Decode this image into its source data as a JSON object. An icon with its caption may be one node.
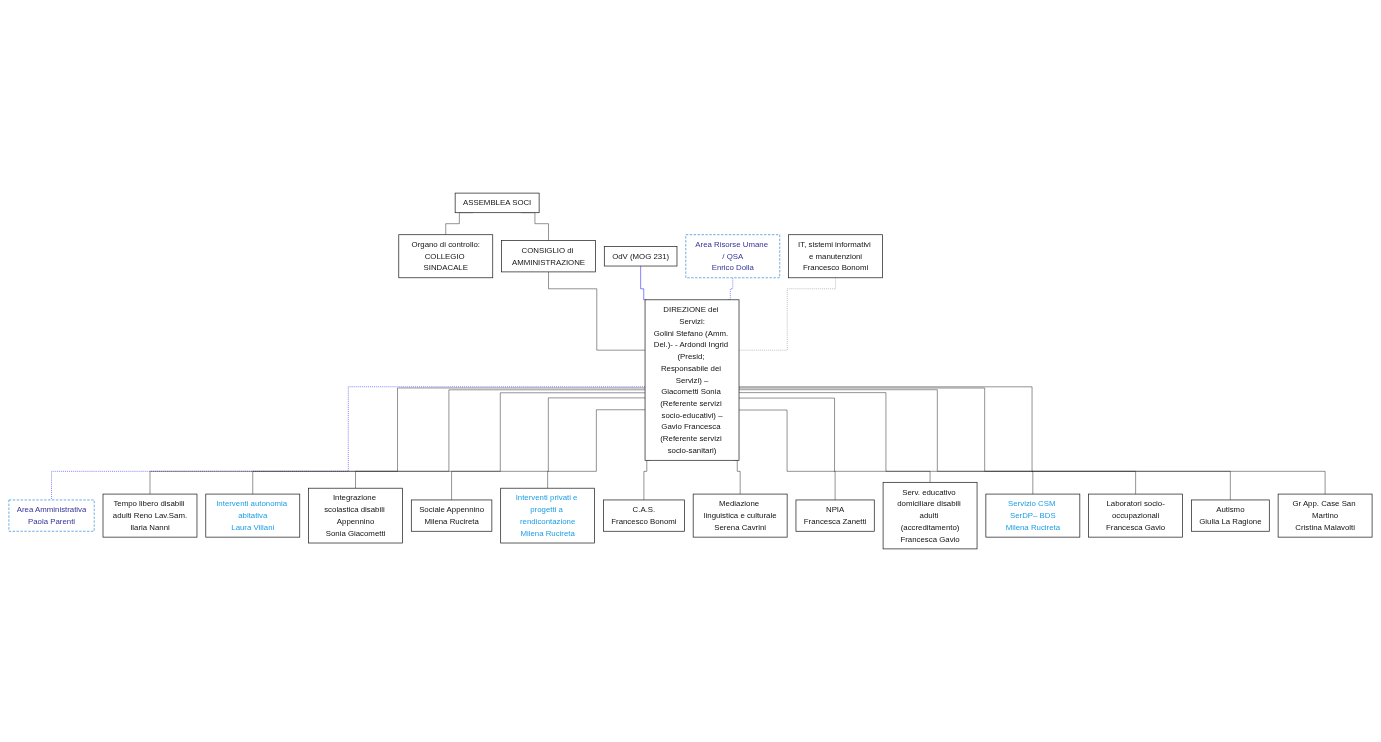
{
  "diagram": {
    "nodes": [
      {
        "text": [
          "ASSEMBLEA SOCI"
        ]
      },
      {
        "text": [
          "Organo di controllo:",
          "COLLEGIO SINDACALE"
        ]
      },
      {
        "text": [
          "CONSIGLIO di AMMINISTRAZIONE"
        ]
      },
      {
        "text": [
          "OdV (MOG 231)"
        ]
      },
      {
        "text": [
          "Area Risorse Umane / QSA",
          "Enrico Dolla"
        ]
      },
      {
        "text": [
          "DIREZIONE dei Servizi:",
          "Golini Stefano (Amm. Del.)- - Ardondi Ingrid (Presid; Responsabile dei Servizi) –",
          "Giacometti Sonia (Referente servizi socio-educativi) –",
          "Gavio Francesca (Referente servizi socio-sanitari)"
        ]
      },
      {
        "text": [
          "Area Amministrativa",
          "Paola Parenti"
        ]
      },
      {
        "text": [
          "IT, sistemi informativi e manutenzioni",
          "Francesco Bonomi"
        ]
      },
      {
        "text": [
          "Tempo libero disabili adulti Reno Lav.Sam.",
          "Ilaria Nanni"
        ]
      },
      {
        "text": [
          "Interventi autonomia abitativa",
          "Laura Villani"
        ]
      },
      {
        "text": [
          "Integrazione scolastica disabili Appennino",
          "Sonia Giacometti"
        ]
      },
      {
        "text": [
          "Sociale Appennino",
          "Milena Rucireta"
        ]
      },
      {
        "text": [
          "Interventi privati e progetti a rendicontazione",
          "Milena Rucireta"
        ]
      },
      {
        "text": [
          "C.A.S.",
          "Francesco Bonomi"
        ]
      },
      {
        "text": [
          "Mediazione linguistica e culturale",
          "Serena Cavrini"
        ]
      },
      {
        "text": [
          "NPIA",
          "Francesca Zanetti"
        ]
      },
      {
        "text": [
          "Serv. educativo domiciliare disabili adulti (accreditamento)",
          "Francesca Gavio"
        ]
      },
      {
        "text": [
          "Servizio CSM SerDP– BDS",
          "Milena Rucireta"
        ]
      },
      {
        "text": [
          "Laboratori socio-occupazionali",
          "Francesca Gavio"
        ]
      },
      {
        "text": [
          "Autismo",
          "Giulia La Ragione"
        ]
      },
      {
        "text": [
          "Gr App. Case San Martino",
          "Cristina Malavolti"
        ]
      }
    ],
    "edges": [
      {
        "from": 0,
        "to": 2,
        "arrow": "none"
      },
      {
        "from": 0,
        "to": 1,
        "arrow": "none"
      },
      {
        "from": 2,
        "to": 5,
        "arrow": "none"
      },
      {
        "from": 3,
        "to": 5,
        "arrow": "none",
        "color": "#0000ff"
      },
      {
        "from": 4,
        "to": 5,
        "arrow": "none",
        "style": "dashed",
        "color": "#0000ff"
      },
      {
        "from": 5,
        "to": 6,
        "arrow": "none",
        "style": "dashed",
        "color": "#0000ff"
      },
      {
        "from": 7,
        "to": 5,
        "arrow": "none",
        "style": "dashed",
        "color": "#808080"
      },
      {
        "from": 5,
        "to": 8,
        "arrow": "none"
      },
      {
        "from": 5,
        "to": 9,
        "arrow": "none"
      },
      {
        "from": 5,
        "to": 10,
        "arrow": "none"
      },
      {
        "from": 5,
        "to": 11,
        "arrow": "none"
      },
      {
        "from": 5,
        "to": 12,
        "arrow": "none"
      },
      {
        "from": 5,
        "to": 13,
        "arrow": "none"
      },
      {
        "from": 5,
        "to": 14,
        "arrow": "none"
      },
      {
        "from": 5,
        "to": 15,
        "arrow": "none"
      },
      {
        "from": 5,
        "to": 16,
        "arrow": "none"
      },
      {
        "from": 5,
        "to": 17,
        "arrow": "none"
      },
      {
        "from": 5,
        "to": 18,
        "arrow": "none"
      },
      {
        "from": 5,
        "to": 19,
        "arrow": "none"
      },
      {
        "from": 5,
        "to": 20,
        "arrow": "none"
      }
    ]
  }
}
